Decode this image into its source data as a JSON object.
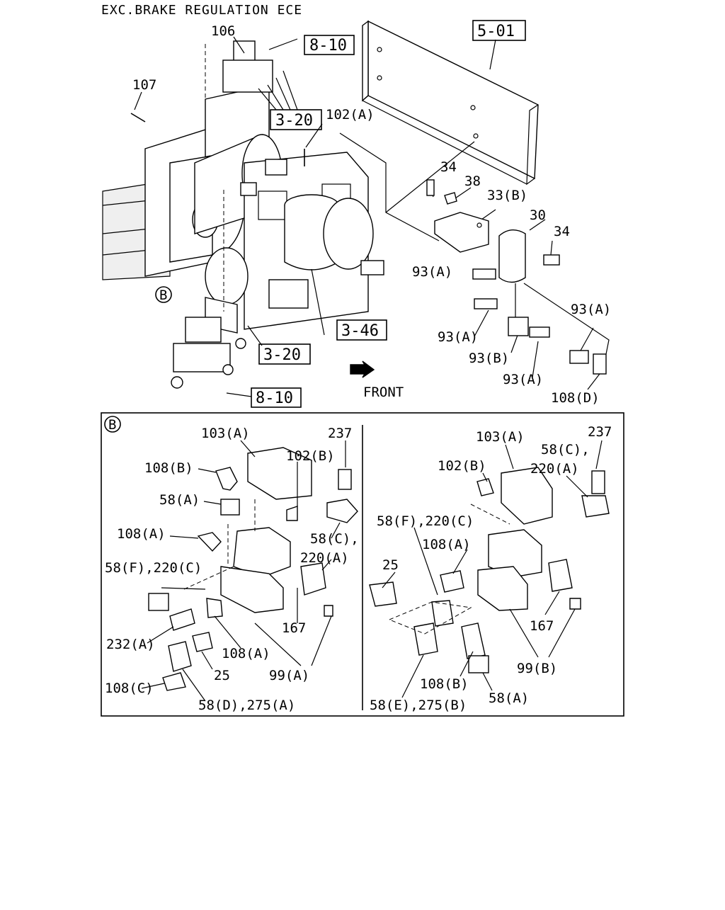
{
  "header": {
    "title": "EXC.BRAKE REGULATION ECE"
  },
  "references": [
    {
      "id": "ref-5-01",
      "text": "5-01"
    },
    {
      "id": "ref-8-10-top",
      "text": "8-10"
    },
    {
      "id": "ref-3-20-top",
      "text": "3-20"
    },
    {
      "id": "ref-3-46",
      "text": "3-46"
    },
    {
      "id": "ref-3-20-bottom",
      "text": "3-20"
    },
    {
      "id": "ref-8-10-bottom",
      "text": "8-10"
    }
  ],
  "main_labels": [
    {
      "id": "lbl-106",
      "text": "106"
    },
    {
      "id": "lbl-107",
      "text": "107"
    },
    {
      "id": "lbl-102a",
      "text": "102(A)"
    },
    {
      "id": "lbl-34-top",
      "text": "34"
    },
    {
      "id": "lbl-38",
      "text": "38"
    },
    {
      "id": "lbl-33b",
      "text": "33(B)"
    },
    {
      "id": "lbl-30",
      "text": "30"
    },
    {
      "id": "lbl-34-right",
      "text": "34"
    },
    {
      "id": "lbl-93a-1",
      "text": "93(A)"
    },
    {
      "id": "lbl-93a-2",
      "text": "93(A)"
    },
    {
      "id": "lbl-93a-3",
      "text": "93(A)"
    },
    {
      "id": "lbl-93b",
      "text": "93(B)"
    },
    {
      "id": "lbl-93a-4",
      "text": "93(A)"
    },
    {
      "id": "lbl-108d",
      "text": "108(D)"
    },
    {
      "id": "lbl-b-marker",
      "text": "B"
    },
    {
      "id": "lbl-front",
      "text": "FRONT"
    }
  ],
  "detail": {
    "marker": "B",
    "left_labels": [
      {
        "id": "l-103a",
        "text": "103(A)"
      },
      {
        "id": "l-237",
        "text": "237"
      },
      {
        "id": "l-108b",
        "text": "108(B)"
      },
      {
        "id": "l-102b",
        "text": "102(B)"
      },
      {
        "id": "l-58a",
        "text": "58(A)"
      },
      {
        "id": "l-108a-1",
        "text": "108(A)"
      },
      {
        "id": "l-58c",
        "text": "58(C),"
      },
      {
        "id": "l-220a",
        "text": "220(A)"
      },
      {
        "id": "l-58f",
        "text": "58(F),220(C)"
      },
      {
        "id": "l-167",
        "text": "167"
      },
      {
        "id": "l-232a",
        "text": "232(A)"
      },
      {
        "id": "l-108a-2",
        "text": "108(A)"
      },
      {
        "id": "l-25",
        "text": "25"
      },
      {
        "id": "l-99a",
        "text": "99(A)"
      },
      {
        "id": "l-108c",
        "text": "108(C)"
      },
      {
        "id": "l-58d",
        "text": "58(D),275(A)"
      }
    ],
    "right_labels": [
      {
        "id": "r-103a",
        "text": "103(A)"
      },
      {
        "id": "r-237",
        "text": "237"
      },
      {
        "id": "r-58c",
        "text": "58(C),"
      },
      {
        "id": "r-102b",
        "text": "102(B)"
      },
      {
        "id": "r-220a",
        "text": "220(A)"
      },
      {
        "id": "r-58f",
        "text": "58(F),220(C)"
      },
      {
        "id": "r-108a",
        "text": "108(A)"
      },
      {
        "id": "r-25",
        "text": "25"
      },
      {
        "id": "r-167",
        "text": "167"
      },
      {
        "id": "r-99b",
        "text": "99(B)"
      },
      {
        "id": "r-108b",
        "text": "108(B)"
      },
      {
        "id": "r-58a",
        "text": "58(A)"
      },
      {
        "id": "r-58e",
        "text": "58(E),275(B)"
      }
    ]
  }
}
